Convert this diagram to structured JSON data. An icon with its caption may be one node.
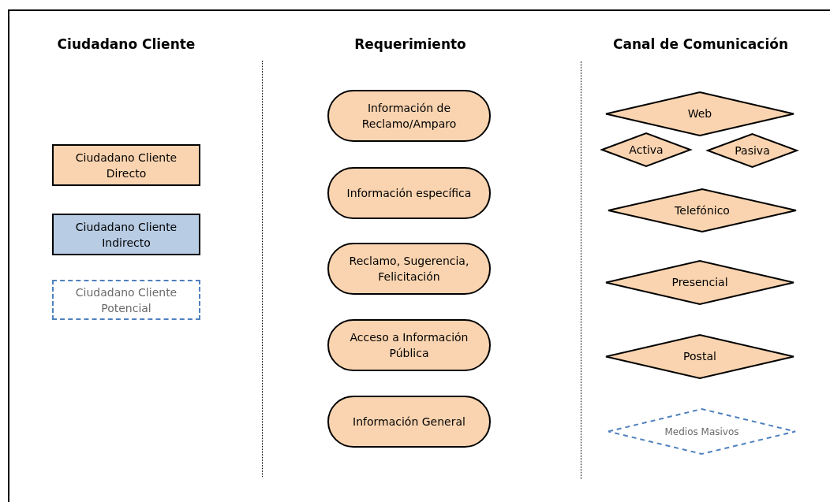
{
  "diagram": {
    "nodes": [
      {
        "text": [
          "Ciudadano Cliente Directo"
        ]
      },
      {
        "text": [
          "Ciudadano Cliente Indirecto"
        ]
      },
      {
        "text": [
          "Ciudadano Cliente Potencial"
        ]
      },
      {
        "text": [
          "Información de Reclamo/Amparo"
        ]
      },
      {
        "text": [
          "Información específica"
        ]
      },
      {
        "text": [
          "Reclamo, Sugerencia, Felicitación"
        ]
      },
      {
        "text": [
          "Acceso a Información Pública"
        ]
      },
      {
        "text": [
          "Información General"
        ]
      },
      {
        "text": [
          "Web"
        ]
      },
      {
        "text": [
          "Activa"
        ]
      },
      {
        "text": [
          "Pasiva"
        ]
      },
      {
        "text": [
          "Telefónico"
        ]
      },
      {
        "text": [
          "Presencial"
        ]
      },
      {
        "text": [
          "Postal"
        ]
      },
      {
        "text": [
          "Medios Masivos"
        ]
      }
    ],
    "labels": [
      "Ciudadano Cliente",
      "Requerimiento",
      "Canal de Comunicación"
    ]
  }
}
